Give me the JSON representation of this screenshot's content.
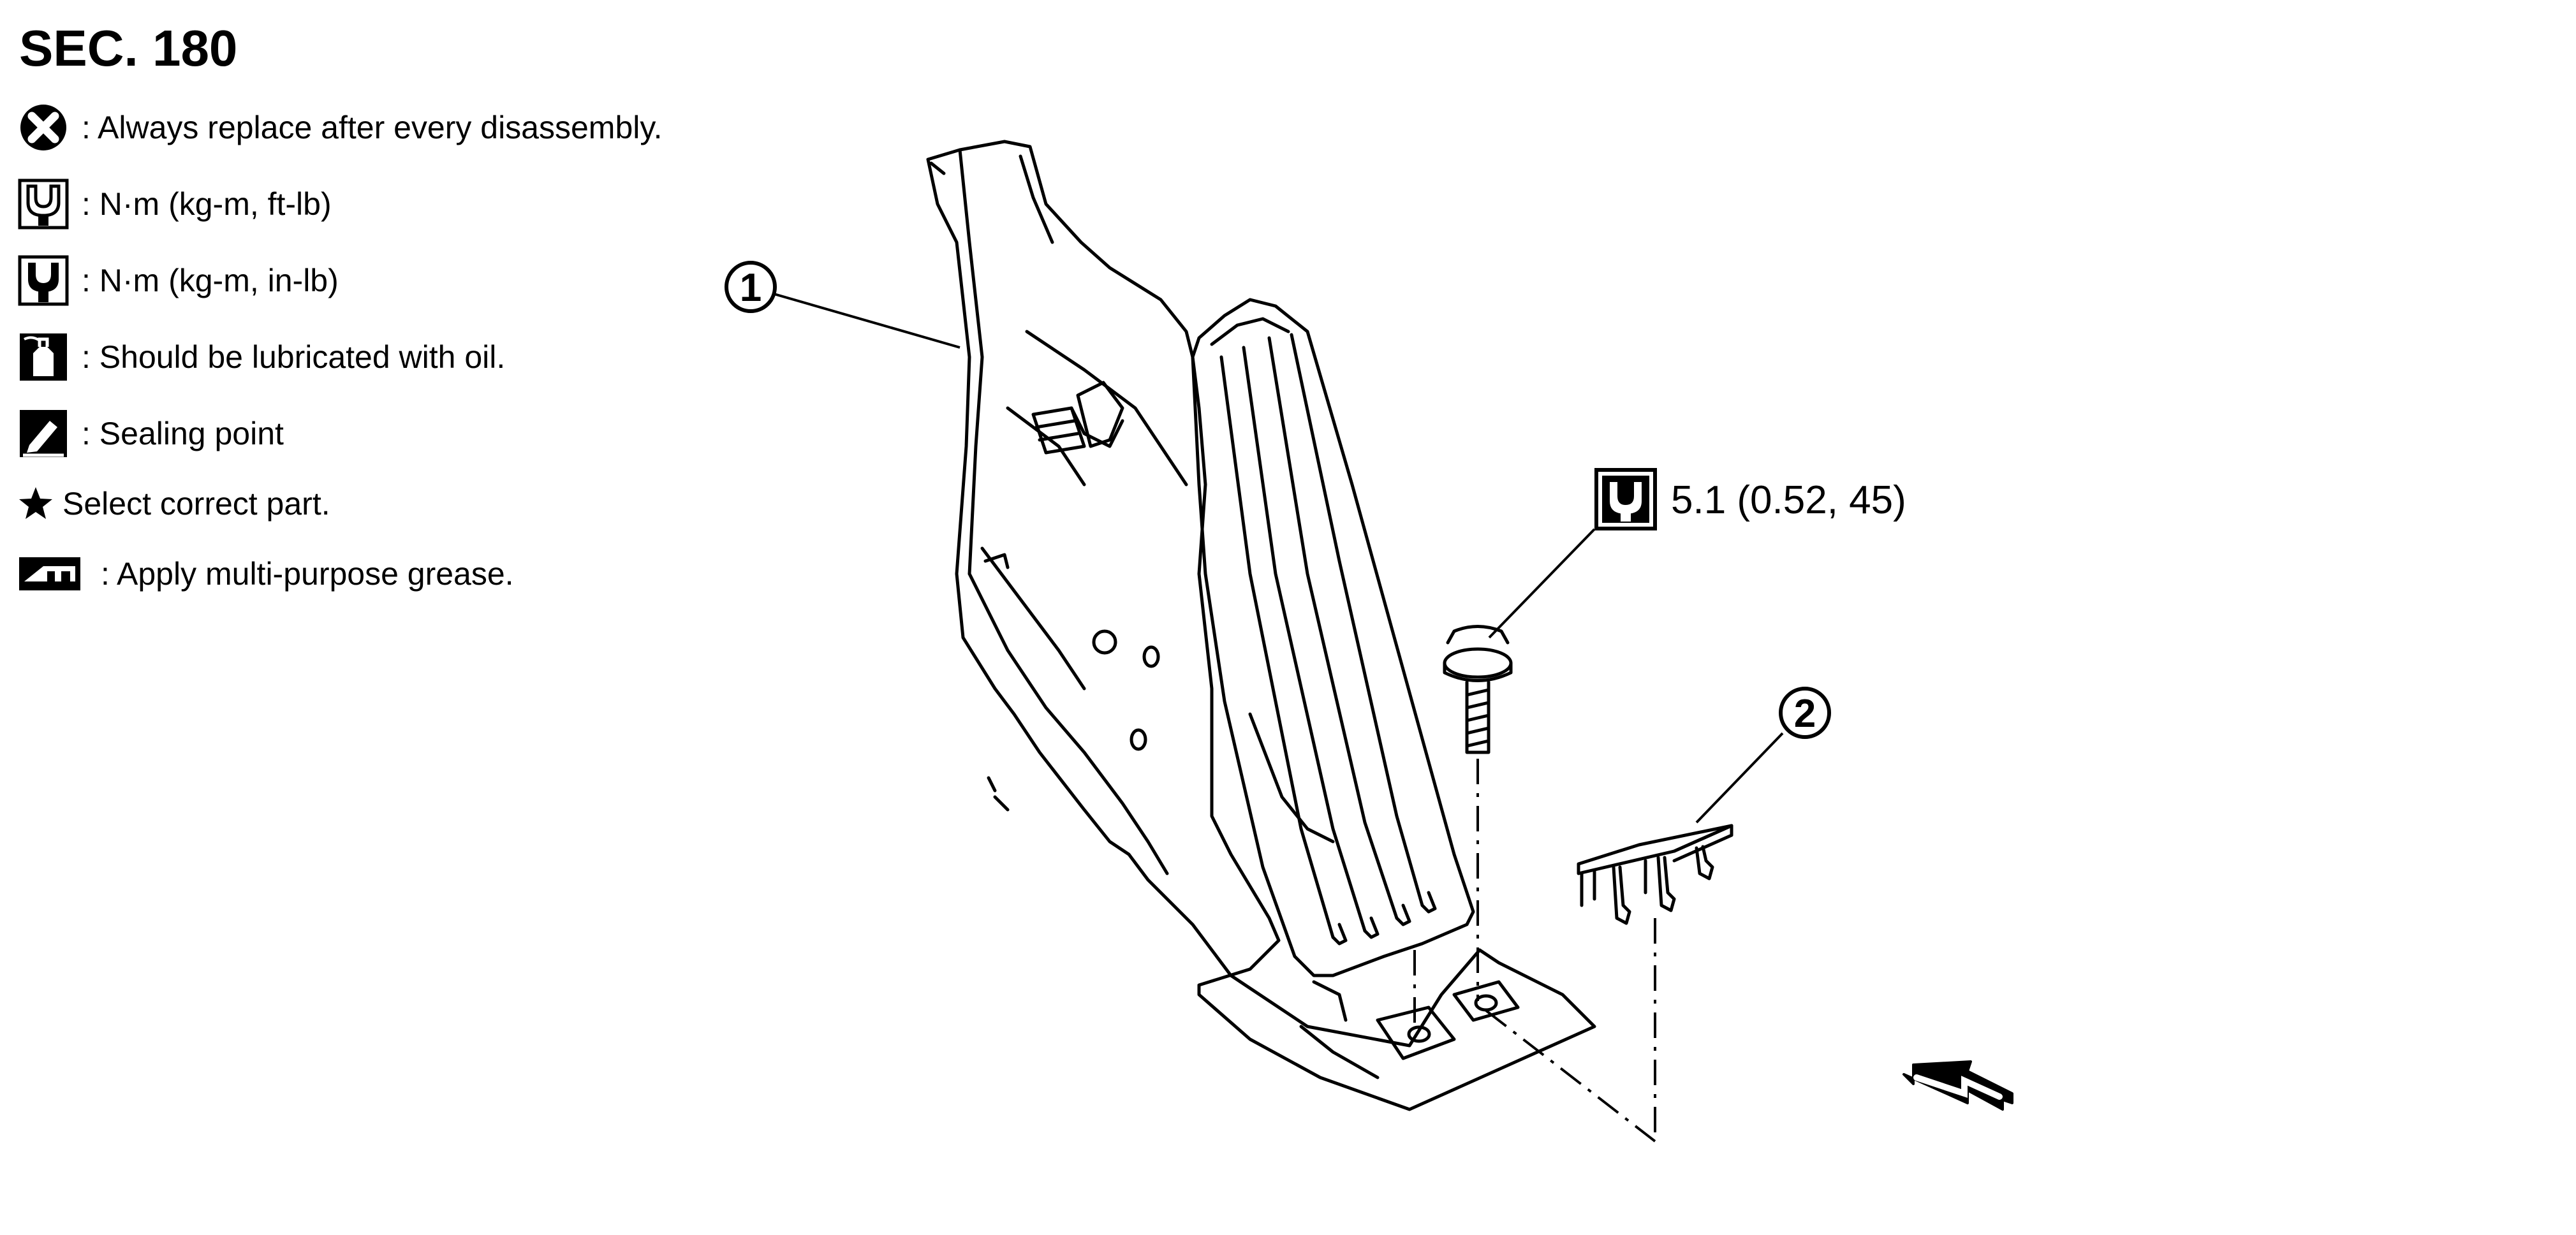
{
  "section_title": "SEC. 180",
  "legend": [
    {
      "icon": "x-circle-icon",
      "text": ": Always replace after every disassembly."
    },
    {
      "icon": "torque-ftlb-icon",
      "text": ": N·m (kg-m, ft-lb)"
    },
    {
      "icon": "torque-inlb-icon",
      "text": ": N·m (kg-m, in-lb)"
    },
    {
      "icon": "oil-can-icon",
      "text": ": Should be lubricated with oil."
    },
    {
      "icon": "sealing-point-icon",
      "text": ": Sealing point"
    },
    {
      "icon": "star-icon",
      "text": "Select correct part."
    },
    {
      "icon": "grease-icon",
      "text": ": Apply multi-purpose grease."
    }
  ],
  "callouts": {
    "part1": "1",
    "part2": "2"
  },
  "torque_spec": "5.1 (0.52, 45)",
  "colors": {
    "ink": "#000000",
    "paper": "#ffffff"
  }
}
